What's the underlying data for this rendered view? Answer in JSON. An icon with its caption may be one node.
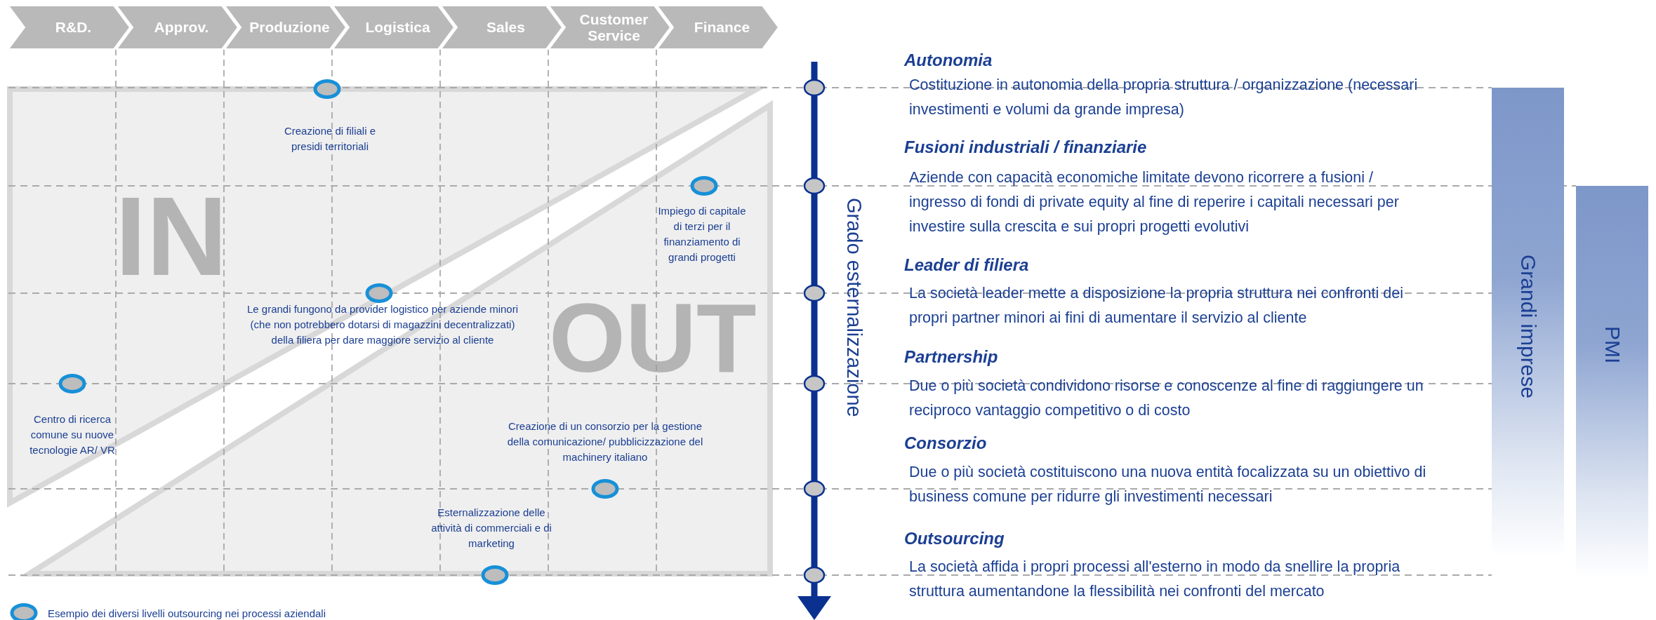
{
  "diagram": {
    "nodes": [
      {
        "text": [
          "R&D."
        ]
      },
      {
        "text": [
          "Approv."
        ]
      },
      {
        "text": [
          "Produzione"
        ]
      },
      {
        "text": [
          "Logistica"
        ]
      },
      {
        "text": [
          "Sales"
        ]
      },
      {
        "text": [
          "Customer Service"
        ]
      },
      {
        "text": [
          "Finance"
        ]
      },
      {
        "text": [
          "IN"
        ]
      },
      {
        "text": [
          "OUT"
        ]
      },
      {
        "text": [
          "Grandi imprese"
        ]
      },
      {
        "text": [
          "PMI"
        ]
      }
    ],
    "labels": [
      "Creazione di filiali e presidi territoriali",
      "Impiego di capitale di terzi per il finanziamento di grandi progetti",
      "Le grandi fungono da provider logistico per aziende minori (che non potrebbero dotarsi di magazzini decentralizzati) della filiera per dare maggiore servizio al cliente",
      "Centro di ricerca comune su nuove tecnologie AR/ VR",
      "Creazione di un consorzio per la gestione della comunicazione/ pubblicizzazione del machinery italiano",
      "Esternalizzazione delle attività di commerciali e di marketing",
      "Grado esternalizzazione",
      "Autonomia",
      "Costituzione in autonomia della propria struttura / organizzazione (necessari investimenti e volumi da grande impresa)",
      "Fusioni industriali / finanziarie",
      "Aziende con capacità economiche limitate devono ricorrere a fusioni / ingresso di fondi di private equity al fine di reperire i capitali necessari per investire sulla crescita e sui propri progetti evolutivi",
      "Leader di filiera",
      "La società leader mette a disposizione la propria struttura nei confronti dei propri partner minori ai fini di aumentare il servizio al cliente",
      "Partnership",
      "Due o più società condividono risorse e conoscenze al fine di raggiungere un reciproco vantaggio competitivo o di costo",
      "Consorzio",
      "Due o più società costituiscono una nuova entità focalizzata su un obiettivo di business comune per ridurre gli investimenti necessari",
      "Outsourcing",
      "La società affida i propri processi all'esterno in modo da snellire la propria struttura aumentandone la flessibilità nei confronti del mercato"
    ],
    "legend": [
      {
        "text": "Esempio dei diversi livelli outsourcing nei processi aziendali"
      }
    ]
  }
}
